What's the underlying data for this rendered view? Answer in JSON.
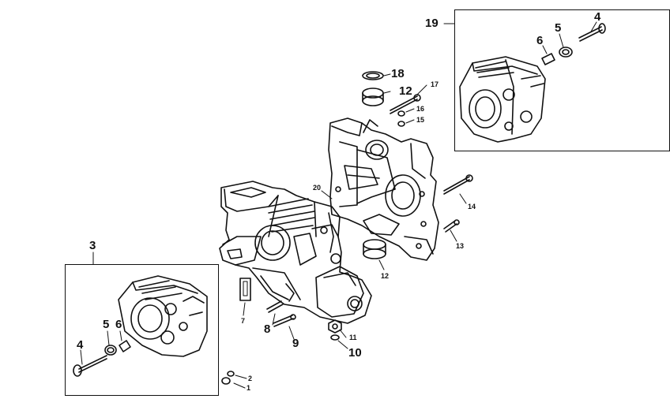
{
  "callouts": {
    "c1": "1",
    "c2": "2",
    "c3": "3",
    "c4a": "4",
    "c4b": "4",
    "c5a": "5",
    "c5b": "5",
    "c6a": "6",
    "c6b": "6",
    "c7": "7",
    "c8": "8",
    "c9": "9",
    "c10": "10",
    "c11": "11",
    "c12a": "12",
    "c12b": "12",
    "c13": "13",
    "c14": "14",
    "c15": "15",
    "c16": "16",
    "c17": "17",
    "c18": "18",
    "c19": "19",
    "c20": "20"
  }
}
